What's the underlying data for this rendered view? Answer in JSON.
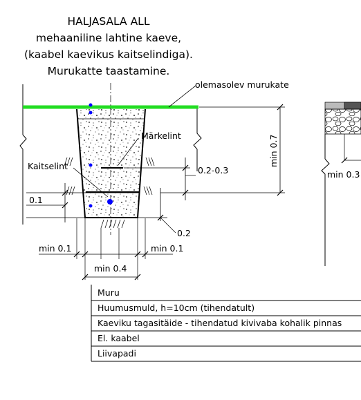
{
  "title_lines": [
    "HALJASALA ALL",
    "mehaaniline lahtine kaeve,",
    "(kaabel kaevikus kaitselindiga).",
    "Murukatte taastamine."
  ],
  "labels": {
    "existing_lawn": "olemasolev murukate",
    "marker_tape": "Märkelint",
    "protection_tape": "Kaitselint",
    "depth_range": "0.2-0.3",
    "min_depth": "min 0.7",
    "bottom_offset": "0.1",
    "bottom_right": "0.2",
    "min_left": "min 0.1",
    "min_right": "min 0.1",
    "min_width": "min 0.4",
    "partial_min": "min 0.3"
  },
  "legend": [
    "Muru",
    "Huumusmuld, h=10cm (tihendatult)",
    "Kaeviku tagasitäide - tihendatud kivivaba kohalik pinnas",
    "El. kaabel",
    "Liivapadi"
  ],
  "colors": {
    "grass": "#22dd22",
    "cable_marker": "#0000ff",
    "line": "#000000"
  }
}
